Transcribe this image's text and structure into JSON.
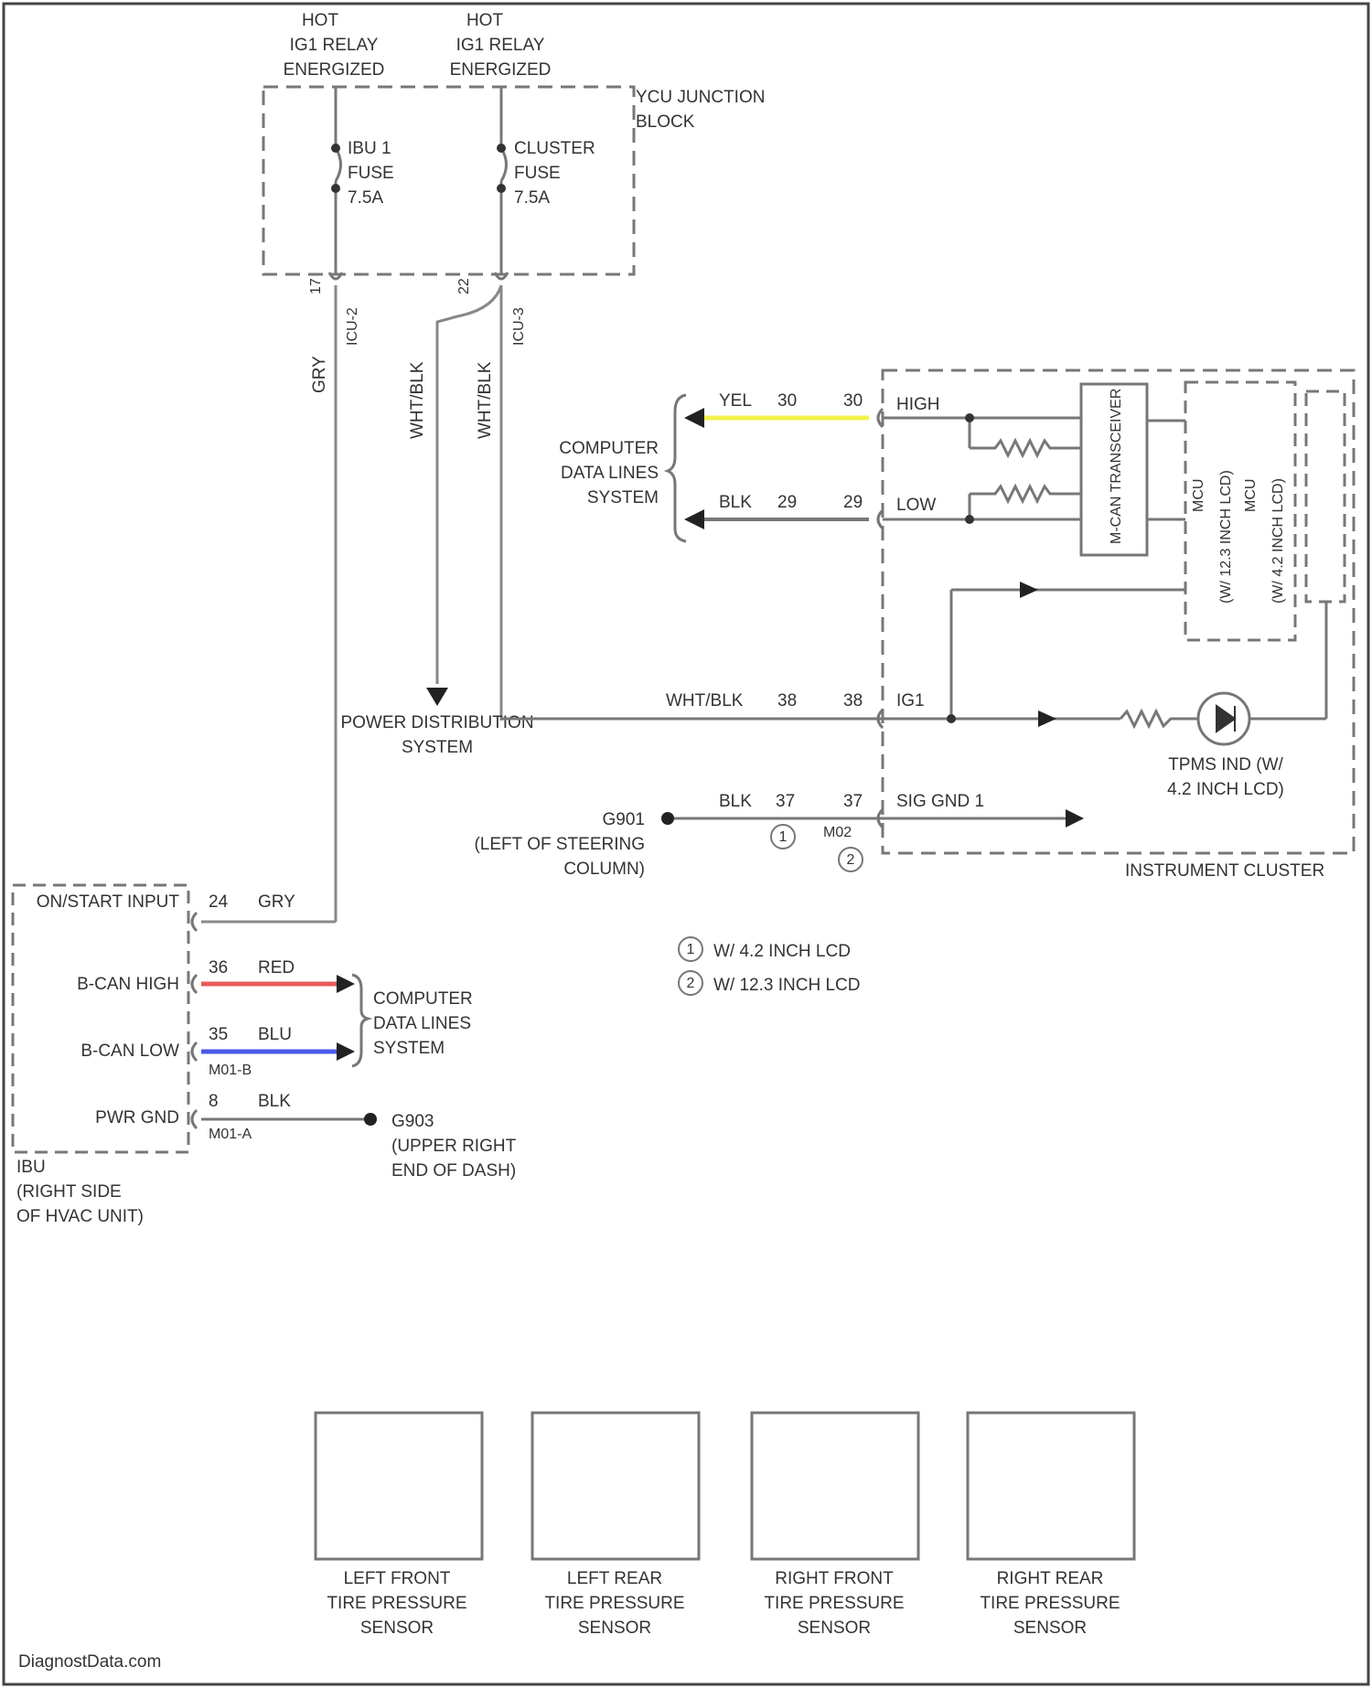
{
  "hot_relay_1": [
    "HOT",
    "IG1 RELAY",
    "ENERGIZED"
  ],
  "hot_relay_2": [
    "HOT",
    "IG1 RELAY",
    "ENERGIZED"
  ],
  "junction_block": [
    "YCU JUNCTION",
    "BLOCK"
  ],
  "fuse_1": [
    "IBU 1",
    "FUSE",
    "7.5A"
  ],
  "fuse_2": [
    "CLUSTER",
    "FUSE",
    "7.5A"
  ],
  "fuse_pins": {
    "p1": "17",
    "p1c": "ICU-2",
    "p2": "22",
    "p2c": "ICU-3"
  },
  "wire_colors": {
    "gry": "GRY",
    "wht_blk_1": "WHT/BLK",
    "wht_blk_2": "WHT/BLK"
  },
  "cdl_top": [
    "COMPUTER",
    "DATA LINES",
    "SYSTEM"
  ],
  "can_high_wire": {
    "color_name": "YEL",
    "pin_a": "30",
    "pin_b": "30",
    "label": "HIGH",
    "hex": "#f2f24a"
  },
  "can_low_wire": {
    "color_name": "BLK",
    "pin_a": "29",
    "pin_b": "29",
    "label": "LOW"
  },
  "transceiver": "M-CAN TRANSCEIVER",
  "mcu_block": [
    "MCU",
    "(W/ 12.3 INCH LCD)",
    "MCU"
  ],
  "lcd_block": "(W/ 4.2 INCH LCD)",
  "power_dist": [
    "POWER DISTRIBUTION",
    "SYSTEM"
  ],
  "ig1_wire": {
    "color_name": "WHT/BLK",
    "pin_a": "38",
    "pin_b": "38",
    "label": "IG1"
  },
  "gnd_wire": {
    "color_name": "BLK",
    "pin_a": "37",
    "pin_b": "37",
    "label": "SIG GND 1",
    "conn": "M02"
  },
  "gnd_left": [
    "G901",
    "(LEFT OF STEERING",
    "COLUMN)"
  ],
  "tpms_ind": [
    "TPMS IND (W/",
    "4.2 INCH LCD)"
  ],
  "cluster_title": "INSTRUMENT CLUSTER",
  "legend": {
    "note1": "W/ 4.2 INCH LCD",
    "note2": "W/ 12.3 INCH LCD",
    "sym1": "1",
    "sym2": "2"
  },
  "ibu": {
    "pins": [
      {
        "name": "ON/START INPUT",
        "pin": "24",
        "wire": "GRY"
      },
      {
        "name": "B-CAN HIGH",
        "pin": "36",
        "wire": "RED"
      },
      {
        "name": "B-CAN LOW",
        "pin": "35",
        "wire": "BLU"
      },
      {
        "name": "PWR GND",
        "pin": "8",
        "wire": "BLK"
      }
    ],
    "conn_b": "M01-B",
    "conn_a": "M01-A",
    "title": [
      "IBU",
      "(RIGHT SIDE",
      "OF HVAC UNIT)"
    ]
  },
  "cdl_bottom": [
    "COMPUTER",
    "DATA LINES",
    "SYSTEM"
  ],
  "gnd_right": [
    "G903",
    "(UPPER RIGHT",
    "END OF DASH)"
  ],
  "sensors": [
    [
      "LEFT FRONT",
      "TIRE PRESSURE",
      "SENSOR"
    ],
    [
      "LEFT REAR",
      "TIRE PRESSURE",
      "SENSOR"
    ],
    [
      "RIGHT FRONT",
      "TIRE PRESSURE",
      "SENSOR"
    ],
    [
      "RIGHT REAR",
      "TIRE PRESSURE",
      "SENSOR"
    ]
  ],
  "watermark": "DiagnostData.com",
  "colors": {
    "red_wire": "#e85a5a",
    "blue_wire": "#4a5ae8",
    "line": "#777777",
    "border": "#444444"
  }
}
